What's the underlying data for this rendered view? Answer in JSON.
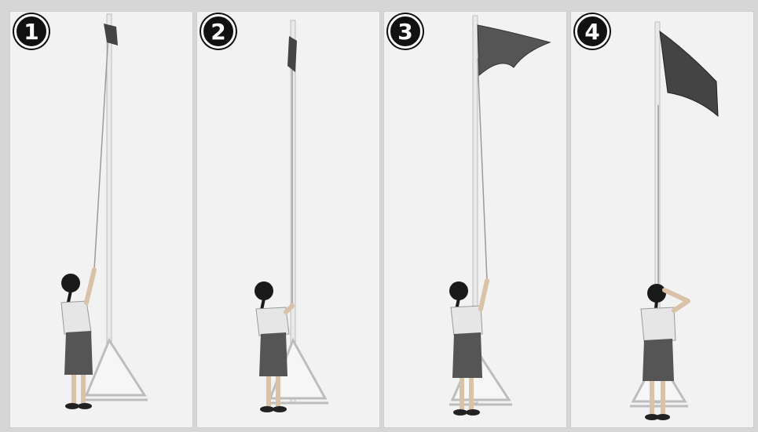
{
  "steps": [
    {
      "number": "1",
      "flag_level": 0.02,
      "action": "pulling-rope"
    },
    {
      "number": "2",
      "flag_level": 0.02,
      "action": "holding-rope"
    },
    {
      "number": "3",
      "flag_level": 0.02,
      "action": "pulling-rope"
    },
    {
      "number": "4",
      "flag_level": 0.02,
      "action": "saluting"
    }
  ],
  "colors": {
    "panel_bg": "#f2f2f2",
    "pole": "#e8e8e8",
    "flag": "#444444",
    "skirt": "#555555",
    "shirt": "#e6e6e6",
    "hair": "#1a1a1a",
    "badge": "#111111"
  }
}
